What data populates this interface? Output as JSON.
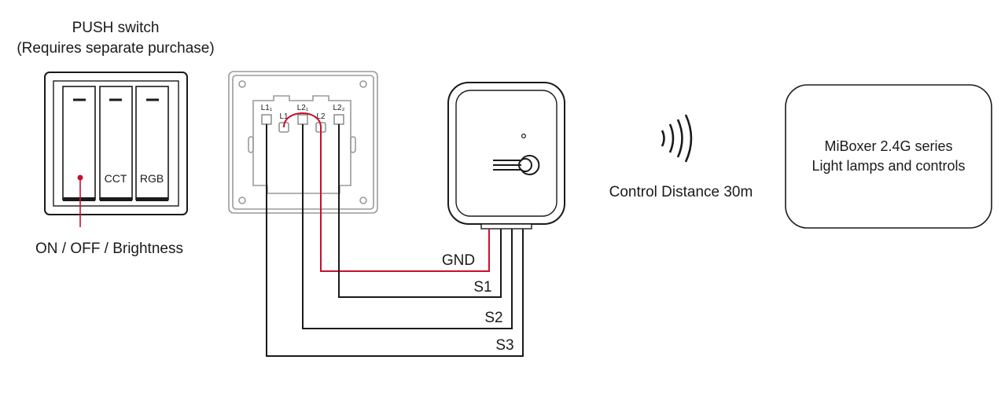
{
  "push_switch": {
    "title": "PUSH switch",
    "subtitle": "(Requires separate purchase)",
    "buttons": [
      {
        "label": ""
      },
      {
        "label": "CCT"
      },
      {
        "label": "RGB"
      }
    ],
    "caption": "ON / OFF / Brightness"
  },
  "wall_switch": {
    "terminals": [
      "L1₁",
      "L1",
      "L2₁",
      "L2",
      "L2₂"
    ]
  },
  "controller": {
    "wires": [
      "GND",
      "S1",
      "S2",
      "S3"
    ]
  },
  "signal": {
    "caption": "Control Distance 30m",
    "icon": "wireless-signal-icon"
  },
  "target_box": {
    "line1": "MiBoxer 2.4G series",
    "line2": "Light lamps and controls"
  },
  "colors": {
    "line": "#1a1a1a",
    "red_wire": "#c8102e",
    "panel_gray": "#9a9a9a"
  }
}
